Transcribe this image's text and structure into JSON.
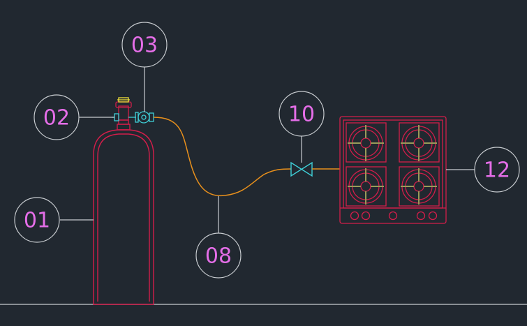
{
  "colors": {
    "background": "#212830",
    "leader_line": "#c8ccd0",
    "callout_text": "#e56ee8",
    "cylinder": "#d21e4a",
    "regulator": "#3fd0d8",
    "hose": "#e8901c",
    "valve": "#3fd0d8",
    "stove_body": "#d21e4a",
    "burner_spokes": "#9a9a5a",
    "cap": "#f2e23a",
    "floor": "#c8ccd0"
  },
  "callouts": {
    "c01": {
      "label": "01"
    },
    "c02": {
      "label": "02"
    },
    "c03": {
      "label": "03"
    },
    "c08": {
      "label": "08"
    },
    "c10": {
      "label": "10"
    },
    "c12": {
      "label": "12"
    }
  }
}
